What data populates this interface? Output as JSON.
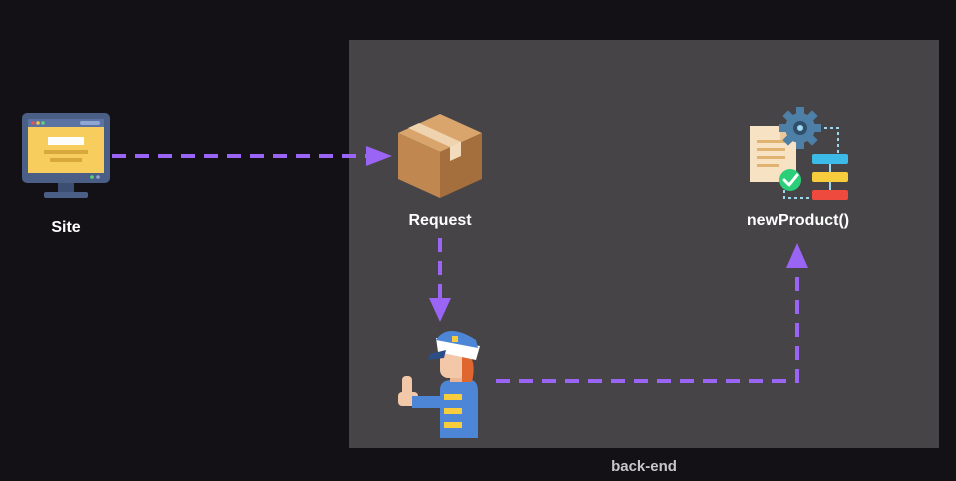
{
  "nodes": {
    "site": {
      "label": "Site",
      "icon": "monitor-icon"
    },
    "request": {
      "label": "Request",
      "icon": "package-box-icon"
    },
    "middleware": {
      "icon": "police-officer-icon"
    },
    "handler": {
      "label": "newProduct()",
      "icon": "document-gear-flow-icon"
    }
  },
  "container": {
    "label": "back-end"
  },
  "colors": {
    "background": "#141116",
    "container": "#464446",
    "arrow": "#9a64f4",
    "text": "#ffffff"
  }
}
